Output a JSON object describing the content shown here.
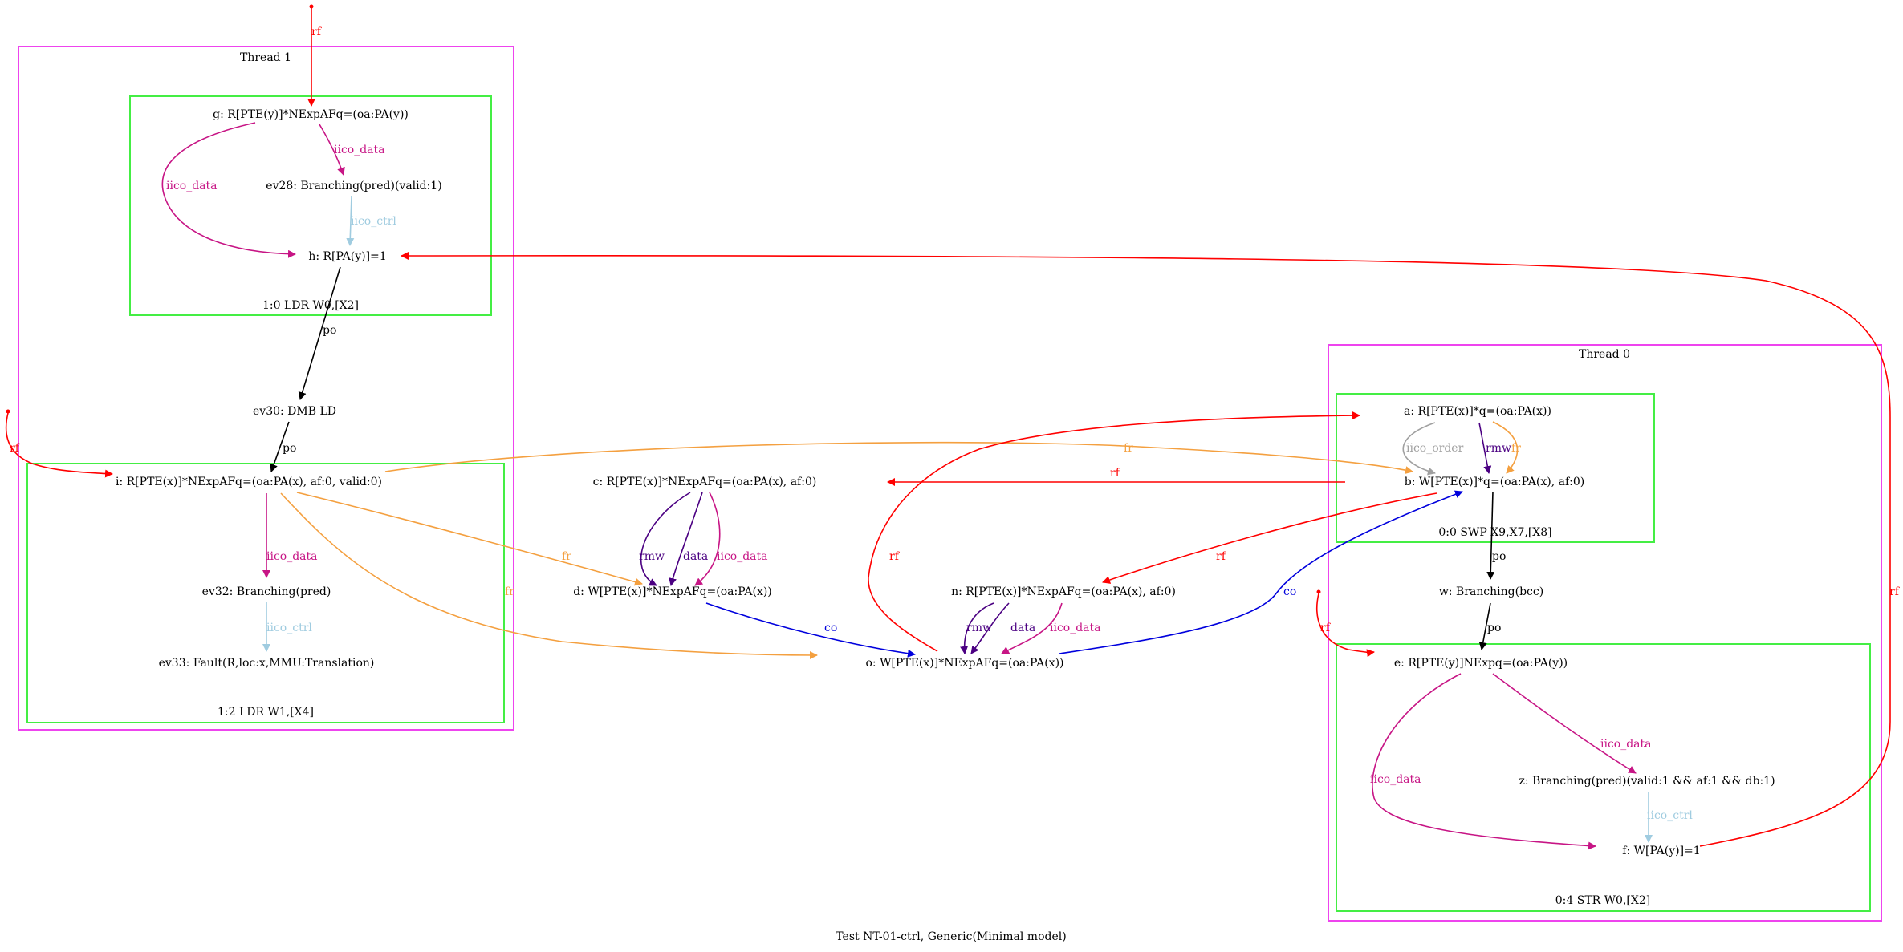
{
  "caption": "Test NT-01-ctrl, Generic(Minimal model)",
  "colors": {
    "rf": "#ff0000",
    "fr": "#f4a040",
    "po": "#000000",
    "co": "#0000dd",
    "rmw": "#4b0082",
    "data": "#4b0082",
    "iico_data": "#c71585",
    "iico_ctrl": "#a0cce0",
    "iico_order": "#a0a0a0",
    "thread_box": "#ee44ee",
    "instr_box": "#44ee44"
  },
  "threads": [
    {
      "id": "t1",
      "label": "Thread 1"
    },
    {
      "id": "t0",
      "label": "Thread 0"
    }
  ],
  "instructions": [
    {
      "id": "i10",
      "label": "1:0 LDR W0,[X2]"
    },
    {
      "id": "i12",
      "label": "1:2 LDR W1,[X4]"
    },
    {
      "id": "i00",
      "label": "0:0 SWP X9,X7,[X8]"
    },
    {
      "id": "i04",
      "label": "0:4 STR W0,[X2]"
    }
  ],
  "nodes": {
    "g": "g: R[PTE(y)]*NExpAFq=(oa:PA(y))",
    "ev28": "ev28: Branching(pred)(valid:1)",
    "h": "h: R[PA(y)]=1",
    "ev30": "ev30: DMB LD",
    "i": "i: R[PTE(x)]*NExpAFq=(oa:PA(x), af:0, valid:0)",
    "ev32": "ev32: Branching(pred)",
    "ev33": "ev33: Fault(R,loc:x,MMU:Translation)",
    "c": "c: R[PTE(x)]*NExpAFq=(oa:PA(x), af:0)",
    "d": "d: W[PTE(x)]*NExpAFq=(oa:PA(x))",
    "n": "n: R[PTE(x)]*NExpAFq=(oa:PA(x), af:0)",
    "o": "o: W[PTE(x)]*NExpAFq=(oa:PA(x))",
    "a": "a: R[PTE(x)]*q=(oa:PA(x))",
    "b": "b: W[PTE(x)]*q=(oa:PA(x), af:0)",
    "w": "w: Branching(bcc)",
    "e": "e: R[PTE(y)]NExpq=(oa:PA(y))",
    "z": "z: Branching(pred)(valid:1 && af:1 && db:1)",
    "f": "f: W[PA(y)]=1"
  },
  "edge_labels": {
    "rf": "rf",
    "fr": "fr",
    "po": "po",
    "co": "co",
    "rmw": "rmw",
    "data": "data",
    "iico_data": "iico_data",
    "iico_ctrl": "iico_ctrl",
    "iico_order": "iico_order"
  }
}
